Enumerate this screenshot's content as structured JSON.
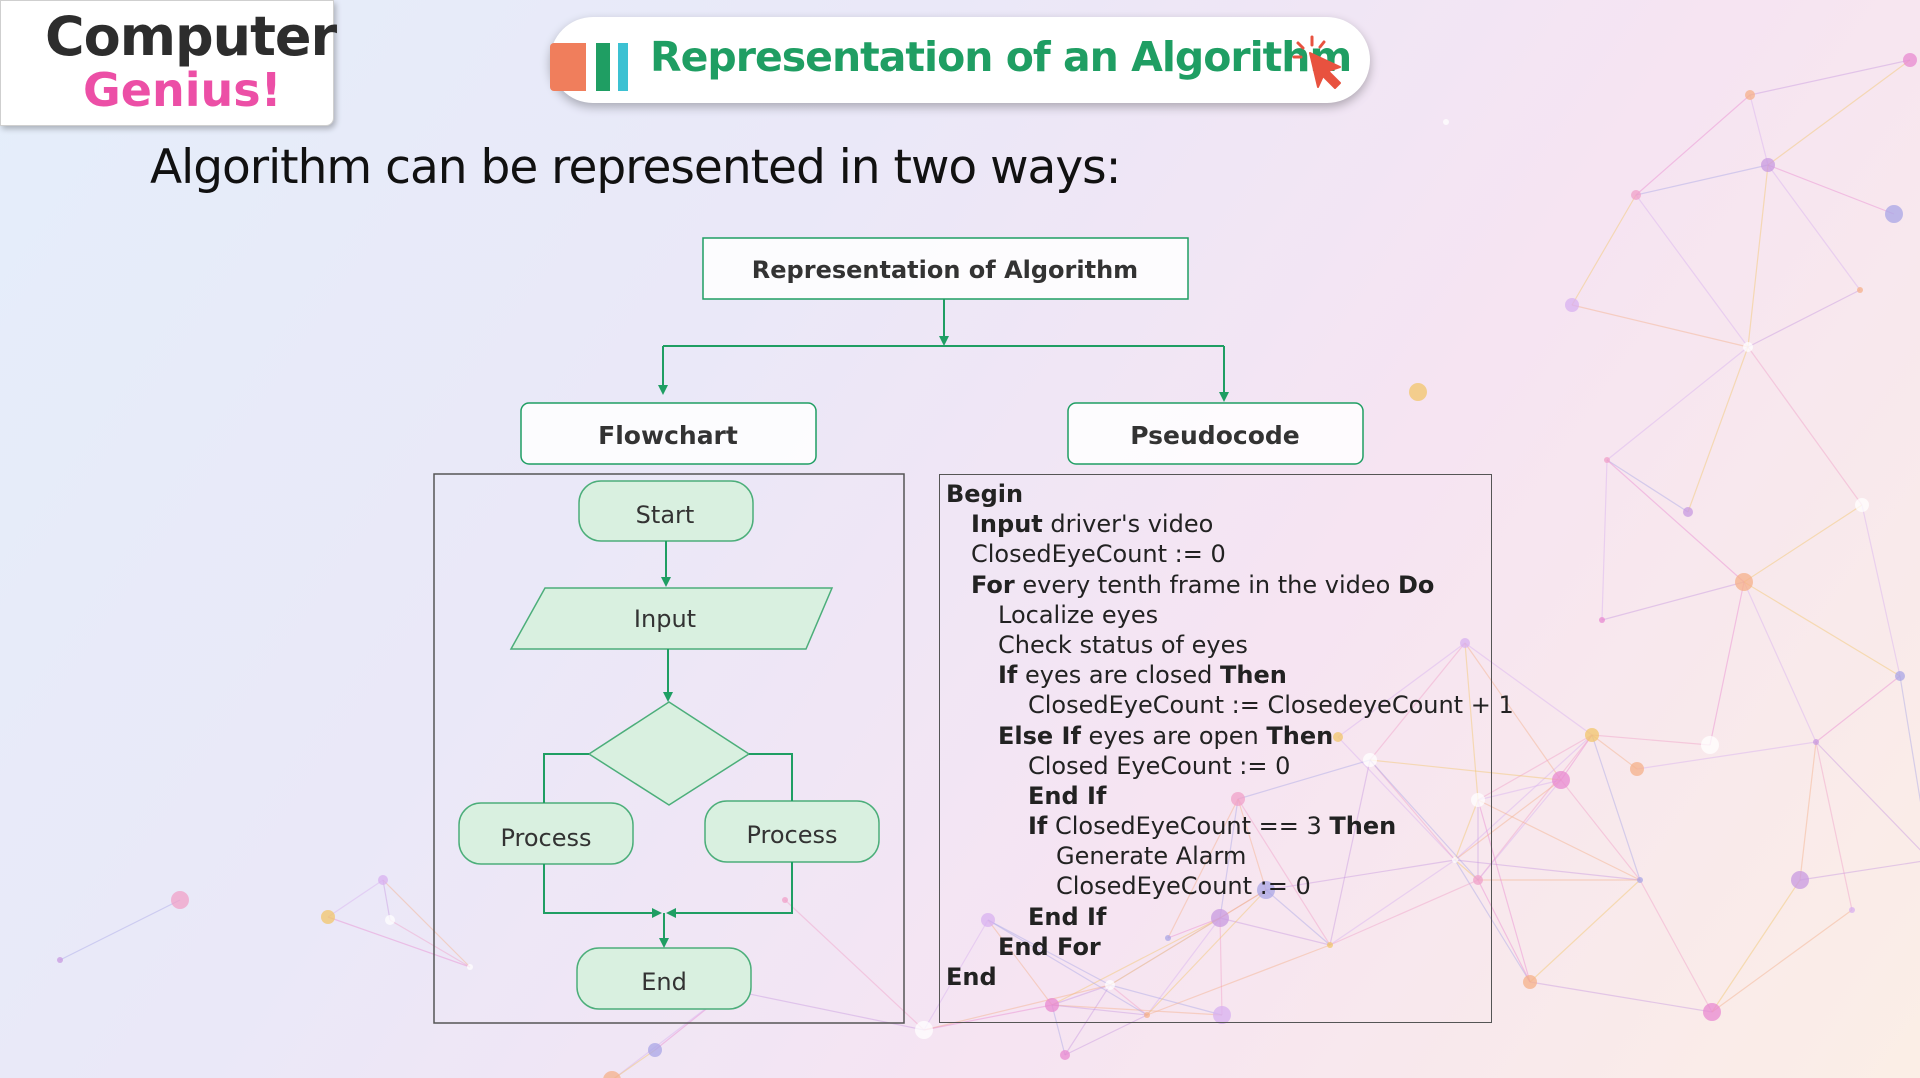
{
  "logo": {
    "line1": "Computer",
    "line2": "Genius!"
  },
  "header": {
    "title": "Representation of an Algorithm",
    "bar_colors": [
      "#f07e5c",
      "#1f9e63",
      "#3cc1d2"
    ],
    "icon": "cursor-click-icon",
    "accent_color": "#1f9e63"
  },
  "subtitle": "Algorithm can be represented in two ways:",
  "diagram": {
    "root": "Representation of Algorithm",
    "left_branch": "Flowchart",
    "right_branch": "Pseudocode",
    "flowchart": {
      "start": "Start",
      "input": "Input",
      "process_left": "Process",
      "process_right": "Process",
      "end": "End"
    },
    "colors": {
      "arrow": "#1f9e63",
      "node_fill": "#d9f0e0",
      "node_stroke": "#4cae7a"
    }
  },
  "pseudocode": [
    {
      "indent": 0,
      "parts": [
        {
          "t": "Begin",
          "b": true
        }
      ]
    },
    {
      "indent": 1,
      "parts": [
        {
          "t": "Input",
          "b": true
        },
        {
          "t": " driver's video",
          "b": false
        }
      ]
    },
    {
      "indent": 1,
      "parts": [
        {
          "t": "ClosedEyeCount := 0",
          "b": false
        }
      ]
    },
    {
      "indent": 1,
      "parts": [
        {
          "t": "For",
          "b": true
        },
        {
          "t": " every tenth frame in the video ",
          "b": false
        },
        {
          "t": "Do",
          "b": true
        }
      ]
    },
    {
      "indent": 2,
      "parts": [
        {
          "t": "Localize eyes",
          "b": false
        }
      ]
    },
    {
      "indent": 2,
      "parts": [
        {
          "t": "Check status of eyes",
          "b": false
        }
      ]
    },
    {
      "indent": 2,
      "parts": [
        {
          "t": "If",
          "b": true
        },
        {
          "t": " eyes are closed ",
          "b": false
        },
        {
          "t": "Then",
          "b": true
        }
      ]
    },
    {
      "indent": 3,
      "parts": [
        {
          "t": "ClosedEyeCount := ClosedeyeCount + 1",
          "b": false
        }
      ]
    },
    {
      "indent": 2,
      "parts": [
        {
          "t": "Else If",
          "b": true
        },
        {
          "t": " eyes are open ",
          "b": false
        },
        {
          "t": "Then",
          "b": true
        }
      ]
    },
    {
      "indent": 3,
      "parts": [
        {
          "t": "Closed EyeCount := 0",
          "b": false
        }
      ]
    },
    {
      "indent": 3,
      "parts": [
        {
          "t": "End If",
          "b": true
        }
      ]
    },
    {
      "indent": 3,
      "parts": [
        {
          "t": "If",
          "b": true
        },
        {
          "t": " ClosedEyeCount == 3 ",
          "b": false
        },
        {
          "t": "Then",
          "b": true
        }
      ]
    },
    {
      "indent": 4,
      "parts": [
        {
          "t": "Generate Alarm",
          "b": false
        }
      ]
    },
    {
      "indent": 4,
      "parts": [
        {
          "t": "ClosedEyeCount := 0",
          "b": false
        }
      ]
    },
    {
      "indent": 3,
      "parts": [
        {
          "t": "End If",
          "b": true
        }
      ]
    },
    {
      "indent": 2,
      "parts": [
        {
          "t": "End For",
          "b": true
        }
      ]
    },
    {
      "indent": 0,
      "parts": [
        {
          "t": "End",
          "b": true
        }
      ]
    }
  ]
}
